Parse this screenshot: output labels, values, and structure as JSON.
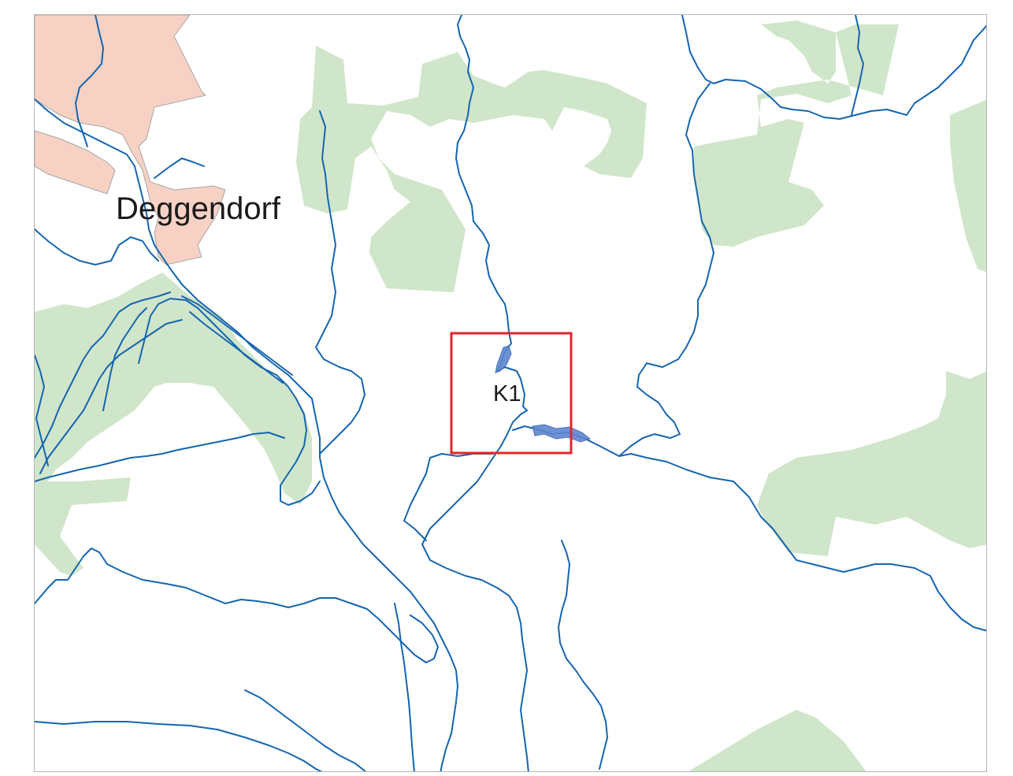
{
  "map": {
    "city_label": "Deggendorf",
    "site_label": "K1",
    "colors": {
      "forest": "#d0e6ca",
      "urban": "#f7d2c4",
      "river": "#1565b0",
      "wetland": "#5f86cf",
      "site_box": "#e3262b",
      "frame": "#b4b4b4"
    },
    "layers": [
      "forest-area",
      "urban-area",
      "river",
      "wetland",
      "site-box"
    ]
  }
}
